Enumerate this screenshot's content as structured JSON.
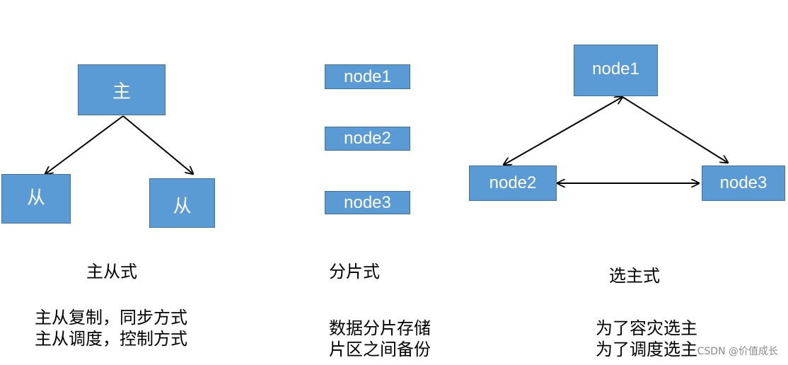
{
  "colors": {
    "box_fill": "#5b9bd5",
    "box_border": "#41719c",
    "arrow": "#000000",
    "text": "#000000"
  },
  "master_slave": {
    "master": "主",
    "slave_left": "从",
    "slave_right": "从",
    "title": "主从式",
    "desc_line1": "主从复制，同步方式",
    "desc_line2": "主从调度，控制方式"
  },
  "sharding": {
    "node1": "node1",
    "node2": "node2",
    "node3": "node3",
    "title": "分片式",
    "desc_line1": "数据分片存储",
    "desc_line2": "片区之间备份"
  },
  "election": {
    "node1": "node1",
    "node2": "node2",
    "node3": "node3",
    "title": "选主式",
    "desc_line1": "为了容灾选主",
    "desc_line2": "为了调度选主"
  },
  "watermark": "CSDN @价值成长"
}
